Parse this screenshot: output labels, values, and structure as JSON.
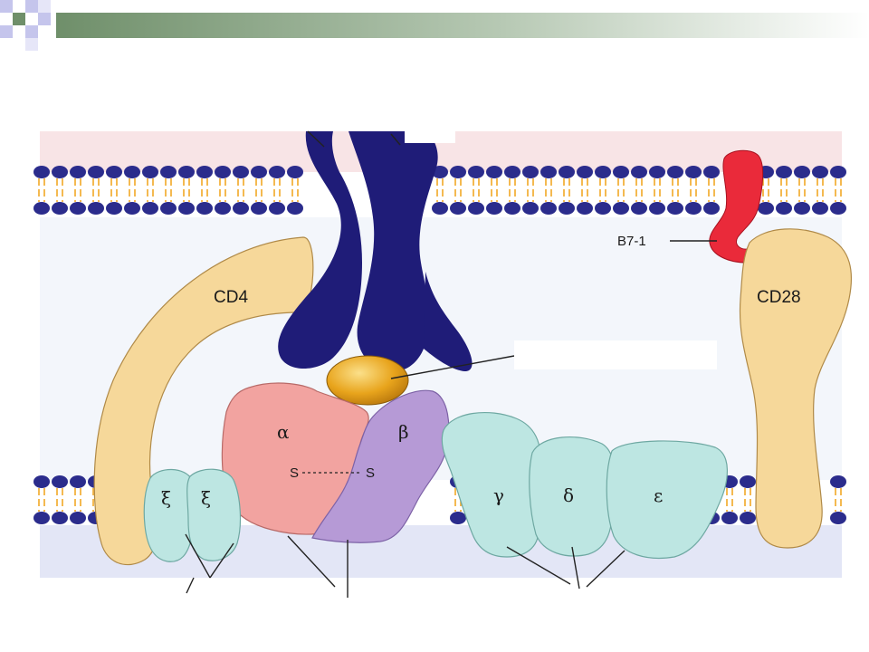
{
  "colors": {
    "upper_band": "#f8e4e6",
    "lower_band": "#e3e6f6",
    "lipid_head": "#2b2c8c",
    "lipid_tail": "#f2a826",
    "mhc": "#1f1c78",
    "peptide": "#e8a41c",
    "alpha": "#f2a3a0",
    "beta": "#b69ad6",
    "cd3": "#bde6e2",
    "cd4": "#f6d89a",
    "cd28": "#f6d89a",
    "b7": "#ea2a3a",
    "header_green": "#7d9a78"
  },
  "labels": {
    "cd4": "CD4",
    "cd28": "CD28",
    "b7": "B7-1",
    "alpha": "α",
    "beta": "β",
    "disulfide_left": "S",
    "disulfide_right": "S",
    "xi_left": "ξ",
    "xi_right": "ξ",
    "gamma": "γ",
    "delta": "δ",
    "epsilon": "ε"
  }
}
